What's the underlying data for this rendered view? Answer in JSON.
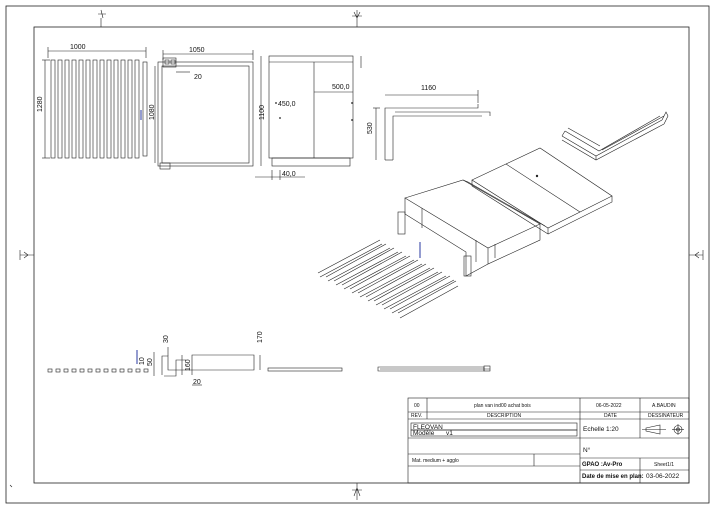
{
  "dimensions": {
    "d1000": "1000",
    "d1280": "1280",
    "d1050": "1050",
    "d20": "20",
    "d1080": "1080",
    "d500": "500,0",
    "d450": "450,0",
    "d1100": "1100",
    "d40": "40,0",
    "d1160": "1160",
    "d530": "530",
    "d170": "170",
    "d30": "30",
    "d50": "50",
    "d160": "160",
    "d20b": "20",
    "d10": "10"
  },
  "title_block": {
    "rev_number": "00",
    "title": "plan van ind00 achat bois",
    "date_value": "06-05-2022",
    "author": "A.BAUDIN",
    "rev_label": "REV.",
    "description_label": "DESCRIPTION",
    "date_label": "DATE",
    "designer_label": "DESSINATEUR",
    "project": "FLEOVAN",
    "model_label": "Modèle",
    "model_value": "v1",
    "scale_label": "Echelle",
    "scale_value": "1:20",
    "number_label": "N°",
    "material": "Mat. medium + agglo",
    "gpao": "GPAO :Av-Pro",
    "sheet": "Sheet1/1",
    "date_plan_label": "Date de mise en plan:",
    "date_plan_value": "03-06-2022"
  }
}
